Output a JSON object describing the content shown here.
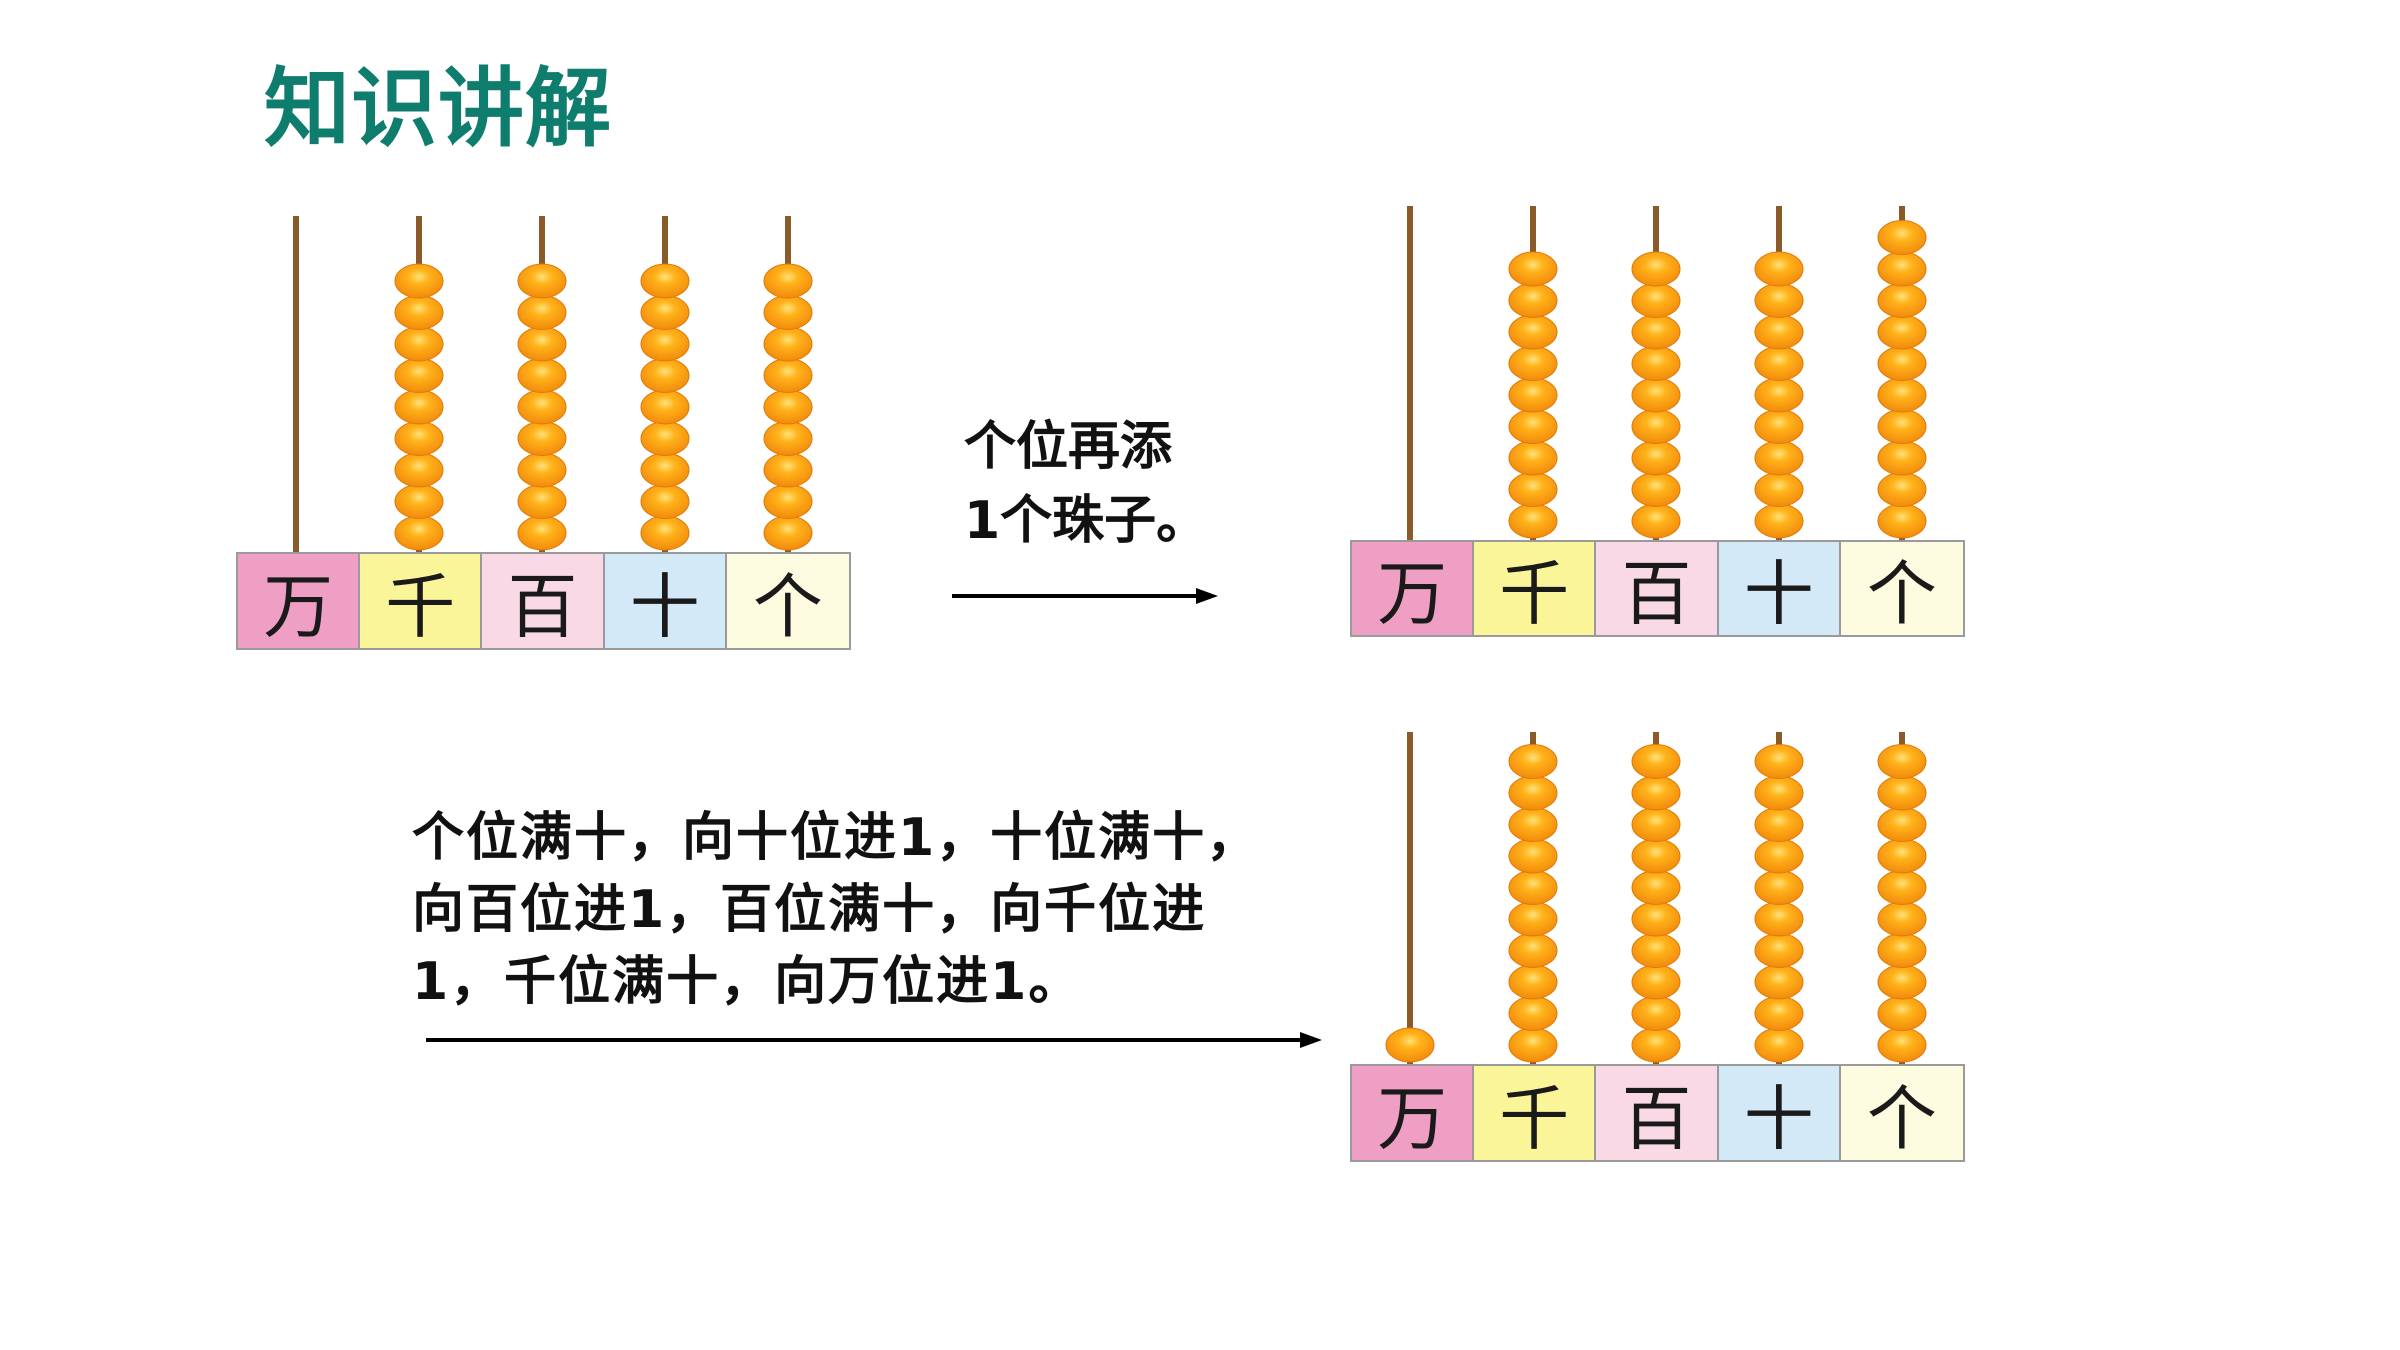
{
  "title": "知识讲解",
  "place_labels": [
    "万",
    "千",
    "百",
    "十",
    "个"
  ],
  "place_colors": [
    "#f09fc4",
    "#fbf59a",
    "#f9d9e6",
    "#d4e9f8",
    "#fdfbe0"
  ],
  "bead_color": "#f28a0c",
  "rod_color": "#8b5a2b",
  "abacuses": [
    {
      "id": "before",
      "beads": [
        0,
        9,
        9,
        9,
        9
      ]
    },
    {
      "id": "add-one",
      "beads": [
        0,
        9,
        9,
        9,
        10
      ]
    },
    {
      "id": "carry",
      "beads": [
        1,
        10,
        10,
        10,
        10
      ]
    }
  ],
  "caption_1": [
    "个位再添",
    "1个珠子。"
  ],
  "caption_2": [
    "个位满十，向十位进1，十位满十，",
    "向百位进1，百位满十，向千位进",
    "1，千位满十，向万位进1。"
  ]
}
